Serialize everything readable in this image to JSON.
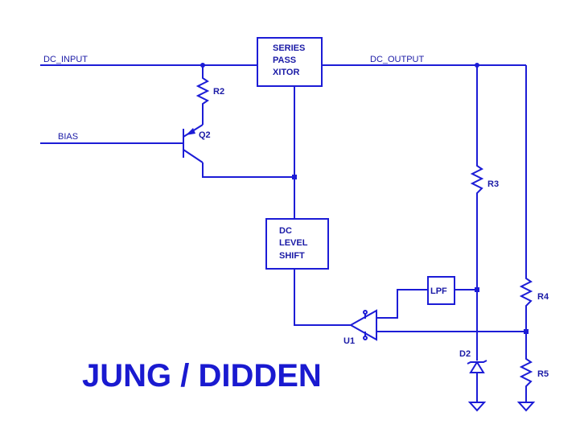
{
  "title": "JUNG / DIDDEN",
  "nets": {
    "dc_input": "DC_INPUT",
    "dc_output": "DC_OUTPUT",
    "bias": "BIAS"
  },
  "blocks": {
    "series_pass": [
      "SERIES",
      "PASS",
      "XITOR"
    ],
    "level_shift": [
      "DC",
      "LEVEL",
      "SHIFT"
    ],
    "lpf": "LPF"
  },
  "components": {
    "r2": "R2",
    "q2": "Q2",
    "r3": "R3",
    "r4": "R4",
    "r5": "R5",
    "d2": "D2",
    "u1": "U1"
  },
  "colors": {
    "wire": "#1c1cd6",
    "text": "#1a1aa6",
    "title": "#1a1ad0"
  }
}
